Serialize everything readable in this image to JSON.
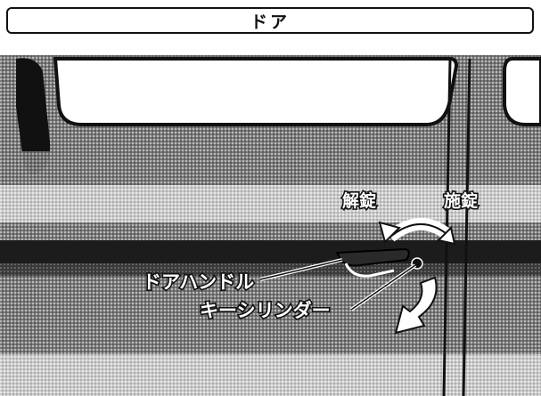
{
  "header": {
    "title": "ドア"
  },
  "illustration": {
    "labels": {
      "unlock": "解錠",
      "lock": "施錠",
      "door_handle": "ドアハンドル",
      "key_cylinder": "キーシリンダー"
    }
  }
}
